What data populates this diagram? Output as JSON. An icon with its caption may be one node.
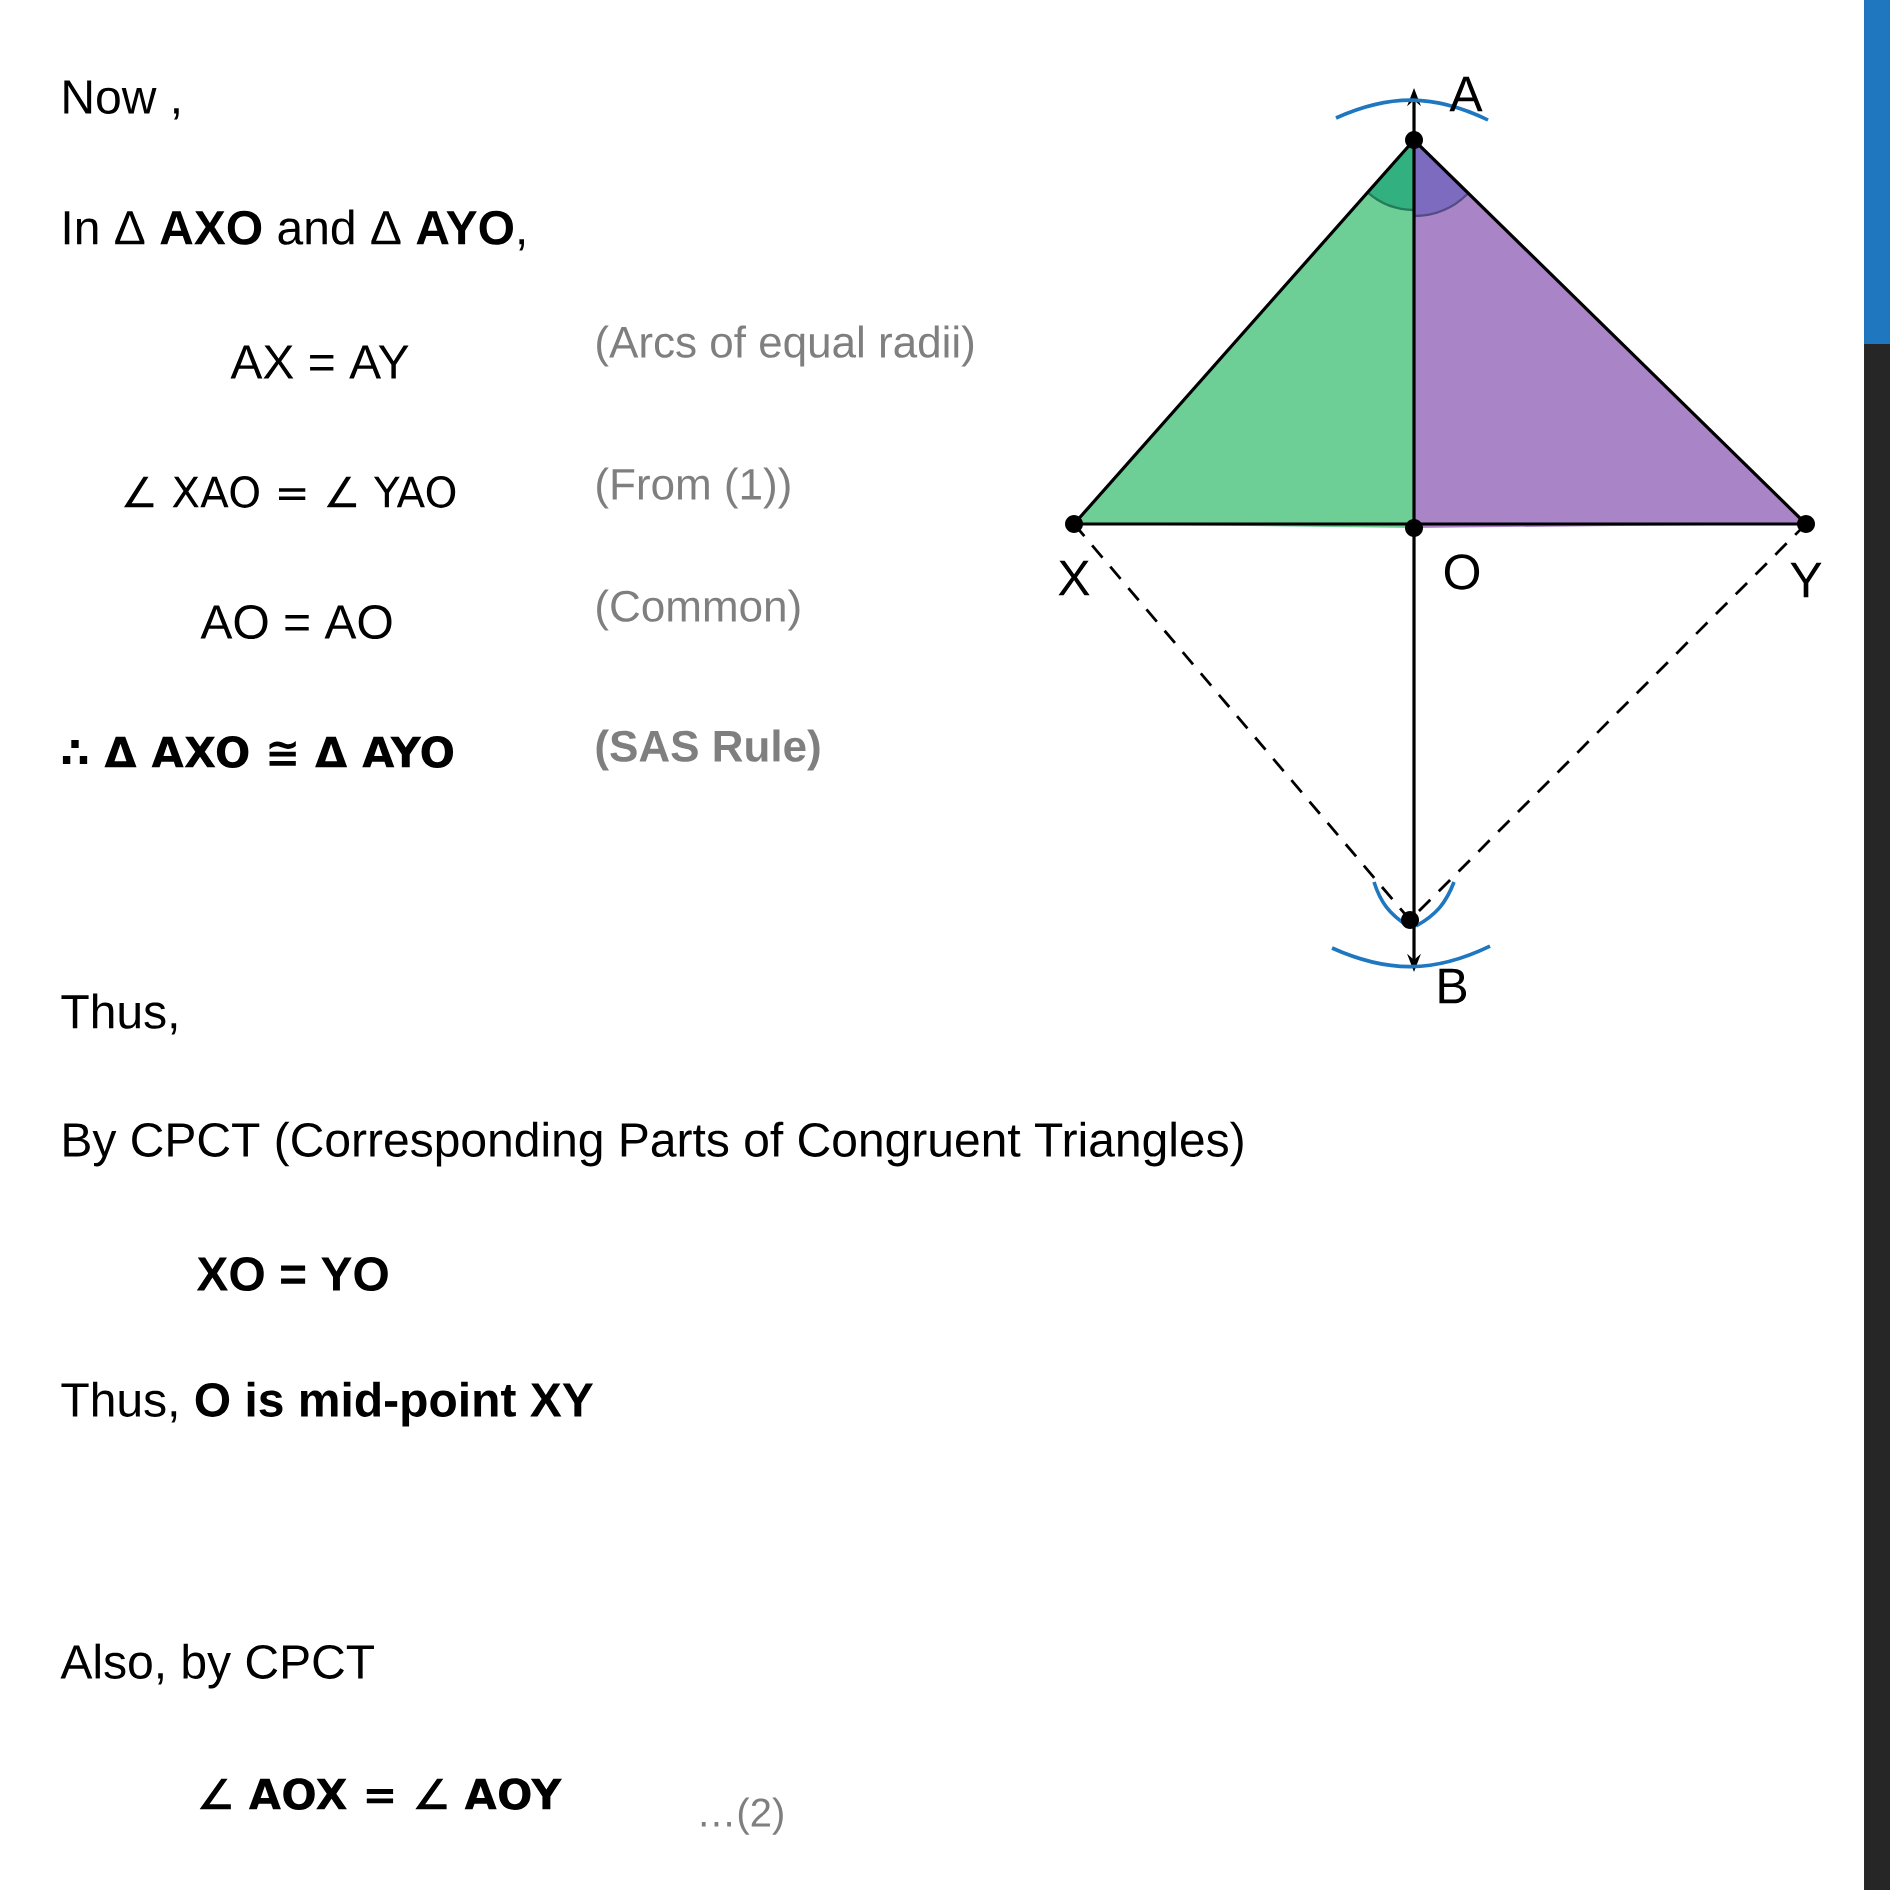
{
  "diagram": {
    "labels": [
      "Now ,",
      "A",
      "In Δ **AXO** and Δ **AYO**,",
      "AX = AY",
      "(Arcs of equal radii)",
      "∠ XAO = ∠ YAO",
      "(From (1))",
      "X",
      "O",
      "Y",
      "AO = AO",
      "(Common)",
      "∴ Δ AXO ≅ Δ AYO",
      "(SAS Rule)",
      "B",
      "Thus,",
      "By CPCT (Corresponding Parts of Congruent Triangles)",
      "XO = YO",
      "Thus, **O is mid-point XY**",
      "Also, by CPCT",
      "∠ AOX = ∠ AOY",
      "…(2)"
    ]
  }
}
